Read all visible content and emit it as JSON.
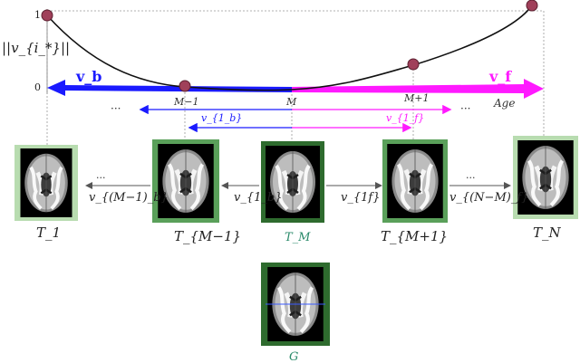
{
  "colors": {
    "backward": "#1a1aff",
    "forward": "#ff1aff",
    "point": "#a0405a",
    "frame_light": "#b8dcb0",
    "frame_dark": "#3a8a3a",
    "frame_darkest": "#2e6b2e",
    "teal_label": "#2a8a6a"
  },
  "axis": {
    "ylabel": "||v_{i_*}||",
    "tick_one": "1",
    "tick_zero": "0",
    "age_label": "Age"
  },
  "curve": {
    "label_backward": "v_b",
    "label_forward": "v_f",
    "point_labels": {
      "m_minus_1": "M−1",
      "m": "M",
      "m_plus_1": "M+1"
    },
    "dots_left": "···",
    "dots_right": "···",
    "v1b": "v_{1_b}",
    "v1f": "v_{1_f}"
  },
  "timepoints": {
    "t1": "T_1",
    "tm_minus_1": "T_{M−1}",
    "tm": "T_M",
    "tm_plus_1": "T_{M+1}",
    "tn": "T_N",
    "g": "G"
  },
  "edges": {
    "v_mb": "v_{(M−1)_b}",
    "v_1b": "v_{1_b}",
    "v_1f": "v_{1f}",
    "v_nm": "v_{(N−M)_f}",
    "dots": "···"
  }
}
